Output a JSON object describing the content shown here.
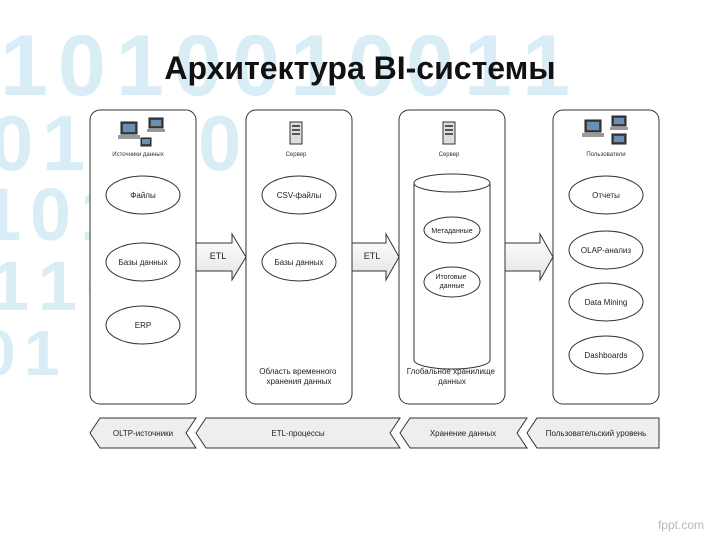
{
  "title": "Архитектура BI-системы",
  "watermark": "fppt.com",
  "background": {
    "digits": [
      "1",
      "0",
      "1",
      "0",
      "0",
      "1",
      "0",
      "0",
      "1",
      "1",
      "0",
      "1",
      "1",
      "0",
      "0",
      "1",
      "0",
      "1",
      "0",
      "1",
      "1",
      "0",
      "0",
      "1"
    ],
    "color": "#b9dff0"
  },
  "columns": [
    {
      "id": "sources",
      "device_label": "Источники данных",
      "items": [
        "Файлы",
        "Базы данных",
        "ERP"
      ],
      "caption": ""
    },
    {
      "id": "staging",
      "device_label": "Сервер",
      "items": [
        "CSV-файлы",
        "Базы данных"
      ],
      "caption": "Область временного хранения данных"
    },
    {
      "id": "warehouse",
      "device_label": "Сервер",
      "items": [
        "Метаданные",
        "Итоговые данные"
      ],
      "caption": "Глобальное хранилище данных"
    },
    {
      "id": "users",
      "device_label": "Пользователи",
      "items": [
        "Отчеты",
        "OLAP-анализ",
        "Data Mining",
        "Dashboards"
      ],
      "caption": ""
    }
  ],
  "arrows": [
    "ETL",
    "ETL",
    ""
  ],
  "bottom_bands": [
    "OLTP-источники",
    "ETL-процессы",
    "Хранение данных",
    "Пользовательский уровень"
  ],
  "colors": {
    "stroke": "#333333",
    "band_fill": "#eeeeee",
    "arrow_fill": "#f2f2f2"
  }
}
